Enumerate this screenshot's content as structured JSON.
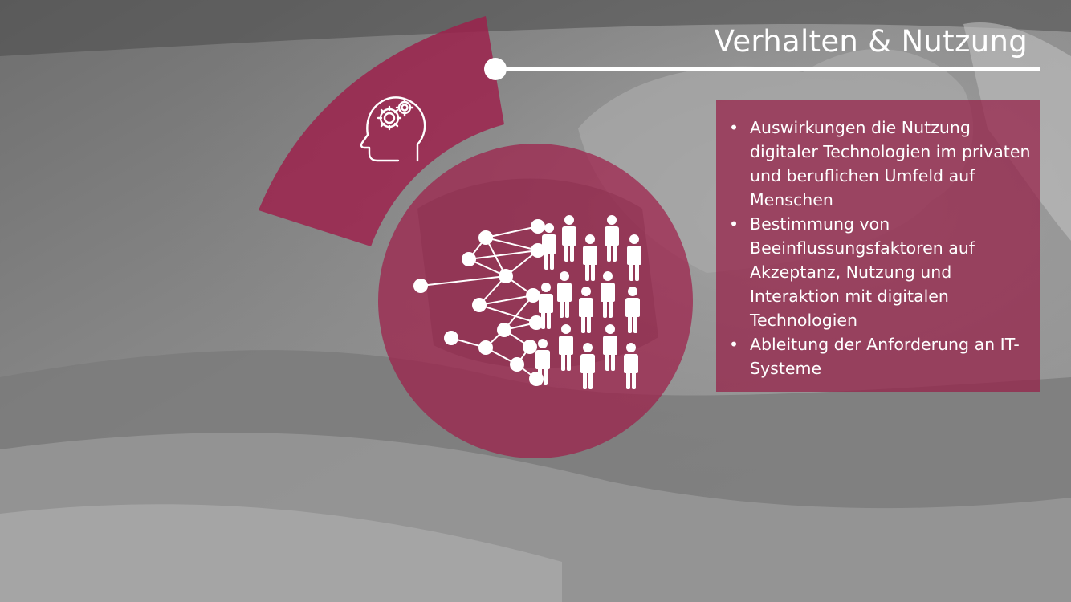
{
  "slide": {
    "title": "Verhalten & Nutzung",
    "accent_color": "#9e1f4a",
    "bullets": [
      "Auswirkungen die Nutzung digitaler Technologien im privaten und beruflichen Umfeld auf Menschen",
      "Bestimmung von Beeinflussungsfaktoren auf Akzeptanz, Nutzung und Interaktion mit digitalen Technologien",
      "Ableitung der Anforderung an IT-Systeme"
    ],
    "icons": {
      "sector": "head-gears-icon",
      "circle": "people-network-icon"
    }
  }
}
